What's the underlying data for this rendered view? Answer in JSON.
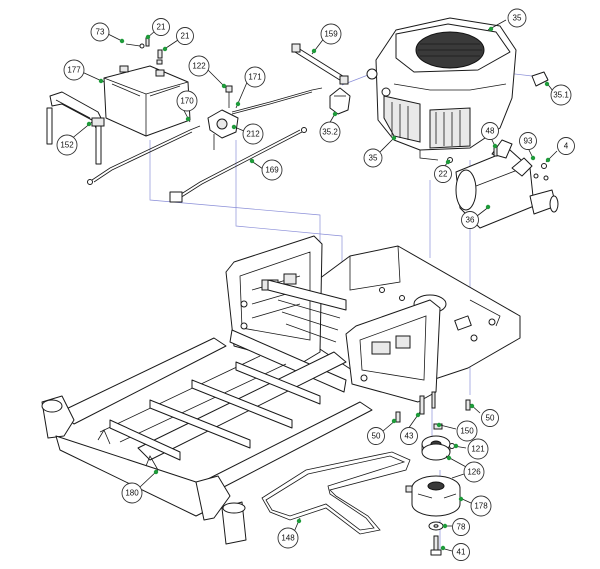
{
  "callouts": [
    {
      "id": "73",
      "label": "73"
    },
    {
      "id": "21a",
      "label": "21"
    },
    {
      "id": "21b",
      "label": "21"
    },
    {
      "id": "177",
      "label": "177"
    },
    {
      "id": "122",
      "label": "122"
    },
    {
      "id": "171",
      "label": "171"
    },
    {
      "id": "159",
      "label": "159"
    },
    {
      "id": "35a",
      "label": "35"
    },
    {
      "id": "35-1",
      "label": "35.1"
    },
    {
      "id": "35-2",
      "label": "35.2"
    },
    {
      "id": "35b",
      "label": "35"
    },
    {
      "id": "170",
      "label": "170"
    },
    {
      "id": "152",
      "label": "152"
    },
    {
      "id": "212",
      "label": "212"
    },
    {
      "id": "169",
      "label": "169"
    },
    {
      "id": "48",
      "label": "48"
    },
    {
      "id": "93",
      "label": "93"
    },
    {
      "id": "4",
      "label": "4"
    },
    {
      "id": "22",
      "label": "22"
    },
    {
      "id": "36",
      "label": "36"
    },
    {
      "id": "50a",
      "label": "50"
    },
    {
      "id": "50b",
      "label": "50"
    },
    {
      "id": "43",
      "label": "43"
    },
    {
      "id": "150",
      "label": "150"
    },
    {
      "id": "121",
      "label": "121"
    },
    {
      "id": "126",
      "label": "126"
    },
    {
      "id": "180",
      "label": "180"
    },
    {
      "id": "178",
      "label": "178"
    },
    {
      "id": "148",
      "label": "148"
    },
    {
      "id": "78",
      "label": "78"
    },
    {
      "id": "41",
      "label": "41"
    }
  ],
  "colors": {
    "line": "#1a1a1a",
    "guide_line": "#8b8fd8",
    "arrow": "#1e9b3a",
    "callout_border": "#333333"
  }
}
